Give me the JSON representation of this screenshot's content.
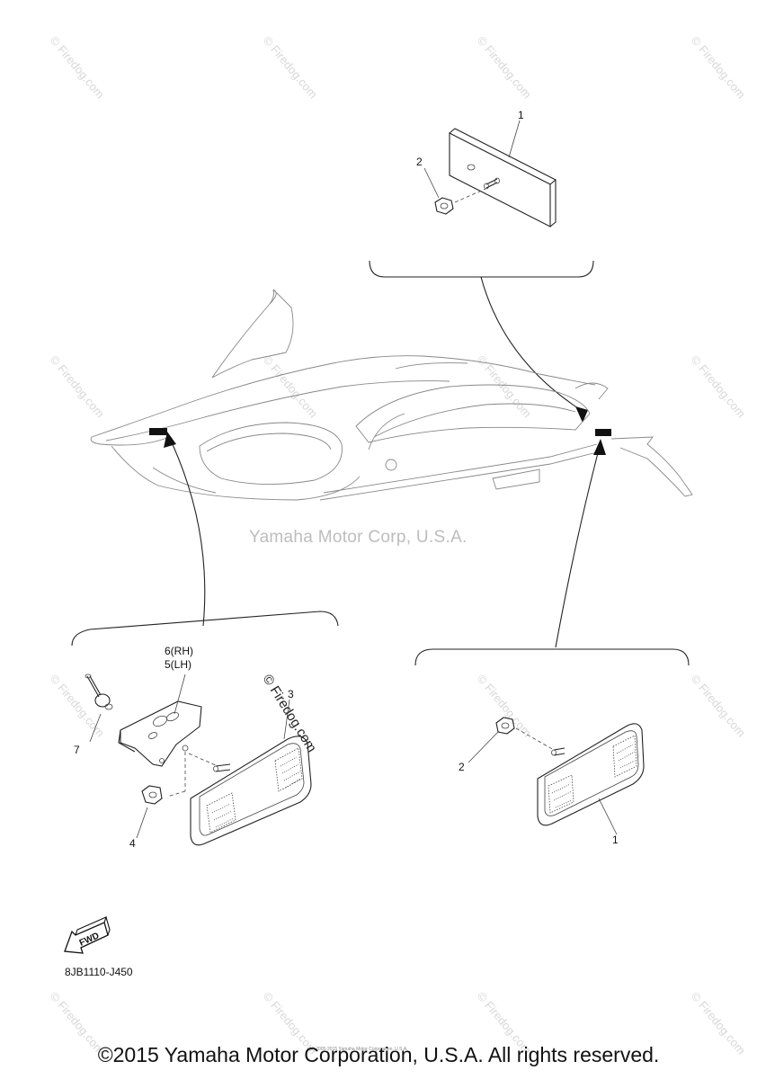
{
  "watermarks": {
    "firedog_tile": "© Firedog.com",
    "center_brand": "Yamaha Motor Corp, U.S.A.",
    "firedog_center": "© Firedog.com",
    "micro_credit": "(c) 2005-2015 Yamaha Motor Corporation, U.S.A."
  },
  "callouts": {
    "top_plate_1": "1",
    "top_nut_2": "2",
    "left_reflector_3": "3",
    "left_nut_4": "4",
    "left_bracket_5": "5(LH)",
    "left_bracket_6": "6(RH)",
    "left_rivet_7": "7",
    "right_nut_2": "2",
    "right_reflector_1": "1"
  },
  "fwd_label": "FWD",
  "diagram_code": "8JB1110-J450",
  "copyright": "©2015 Yamaha Motor Corporation, U.S.A. All rights reserved."
}
